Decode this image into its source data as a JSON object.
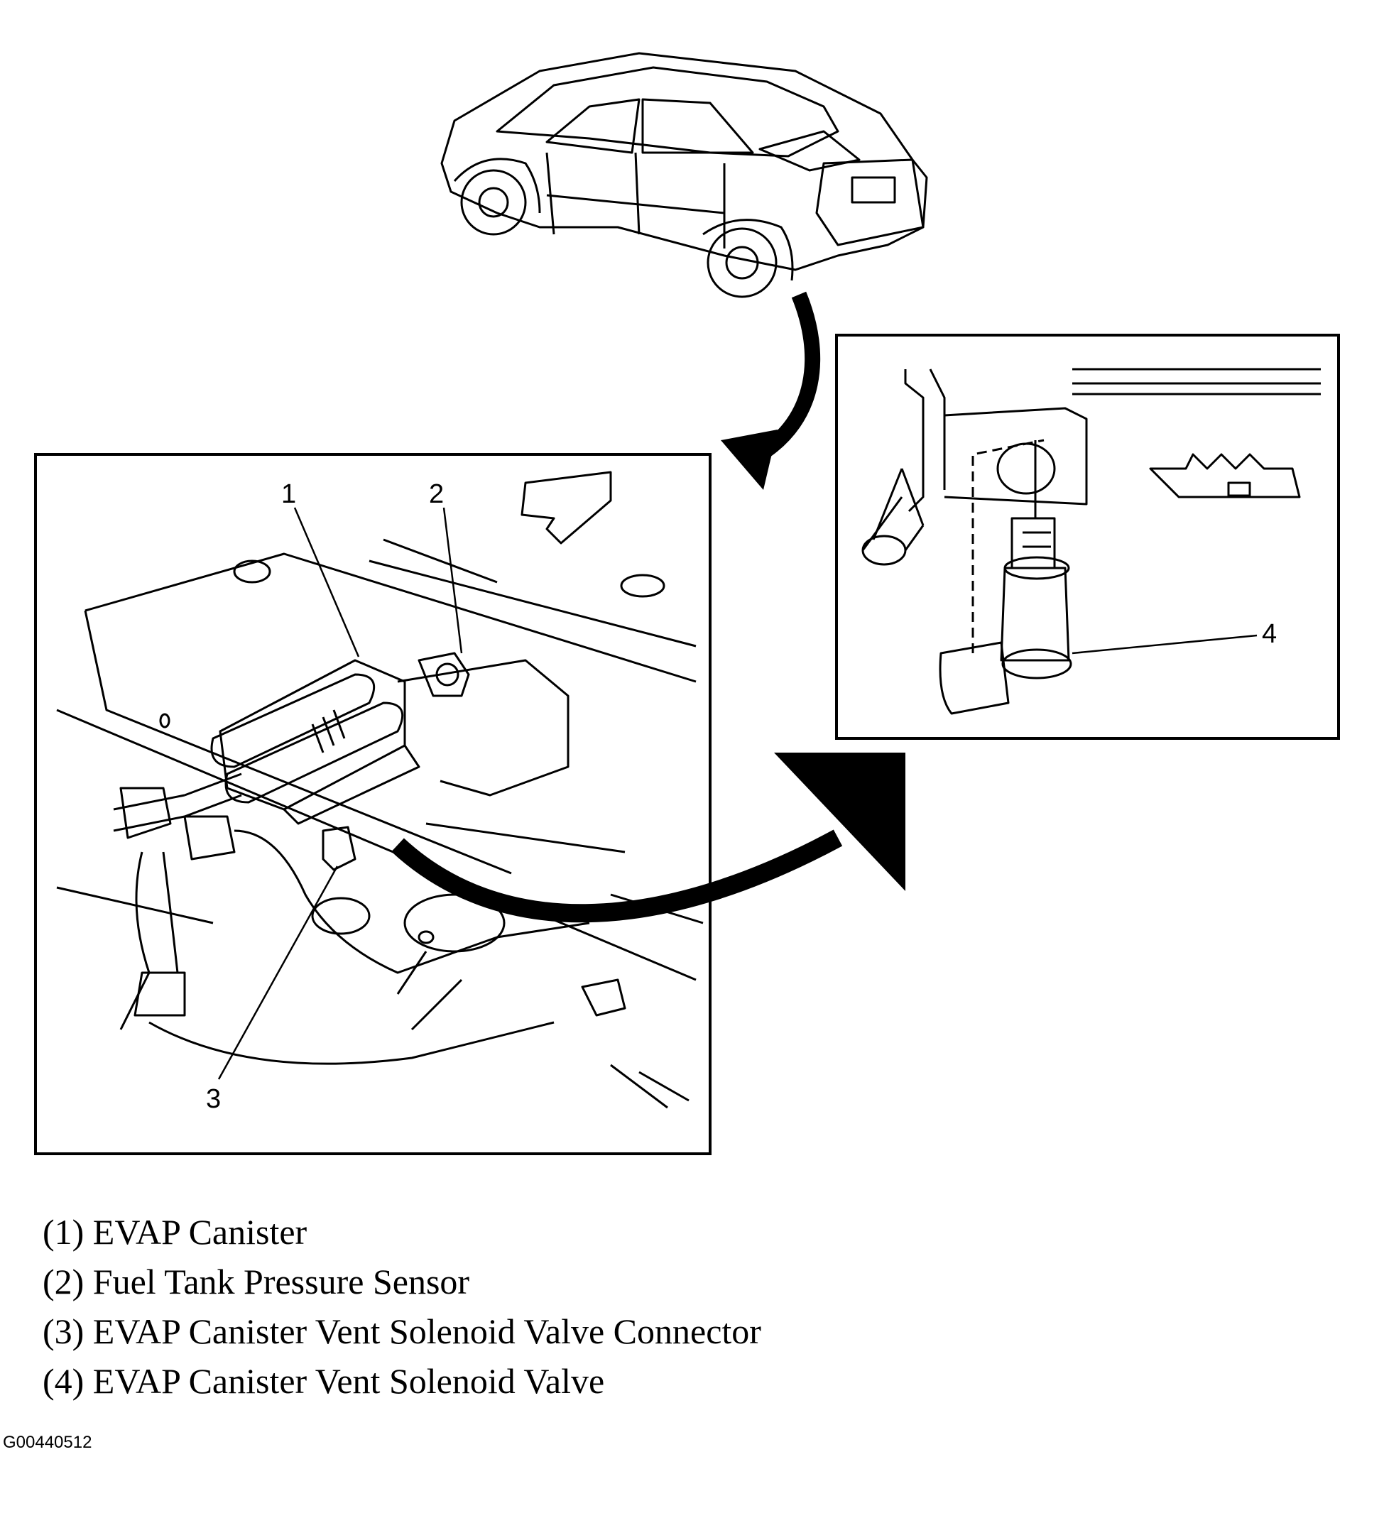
{
  "callouts": {
    "c1": "1",
    "c2": "2",
    "c3": "3",
    "c4": "4"
  },
  "legend": [
    "(1) EVAP Canister",
    "(2) Fuel Tank Pressure Sensor",
    "(3) EVAP Canister Vent Solenoid Valve Connector",
    "(4) EVAP Canister Vent Solenoid Valve"
  ],
  "figure_id": "G00440512"
}
